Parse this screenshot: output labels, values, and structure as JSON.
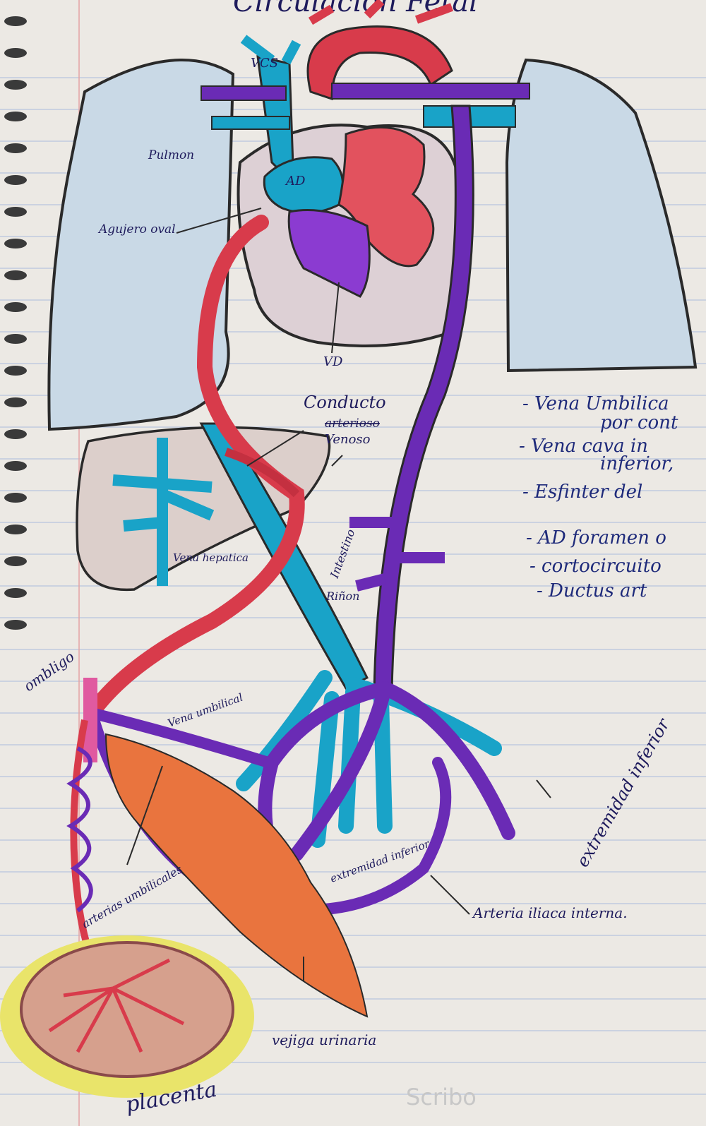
{
  "header": {
    "title_fragment": "Circulacion Fetal"
  },
  "labels": {
    "vcs": "VCS",
    "pulmon": "Pulmon",
    "ad": "AD",
    "agujero_oval": "Agujero oval",
    "vd": "VD",
    "conducto": "Conducto",
    "arterioso_struck": "arterioso",
    "venoso": "Venoso",
    "vena_hepatica": "Vena hepatica",
    "intestino": "Intestino",
    "rinon": "Riñon",
    "ombligo": "ombligo",
    "vena_umbilical": "Vena umbilical",
    "arterias_umbilicales": "arterias umbilicales",
    "extremidad_inferior_1": "extremidad inferior",
    "extremidad_inferior_2": "extremidad inferior",
    "arteria_iliaca": "Arteria iliaca interna.",
    "vejiga": "vejiga urinaria",
    "placenta": "placenta",
    "watermark": "Scribo"
  },
  "notes": [
    "- Vena Umbilica",
    "por cont",
    "- Vena cava in",
    "inferior,",
    "- Esfinter del",
    "- AD foramen o",
    "- cortocircuito",
    "- Ductus art"
  ],
  "colors": {
    "paper": "#ece9e4",
    "line": "#9fb2d3",
    "lung": "#c9d9e6",
    "vein_blue": "#19a3c8",
    "artery_purple": "#6a2bb5",
    "oxygen_red": "#d83b4b",
    "bladder_orange": "#e9743e",
    "placenta_tan": "#d6a08d",
    "placenta_yellow": "#e9e46a",
    "ink": "#1e1b5c"
  }
}
